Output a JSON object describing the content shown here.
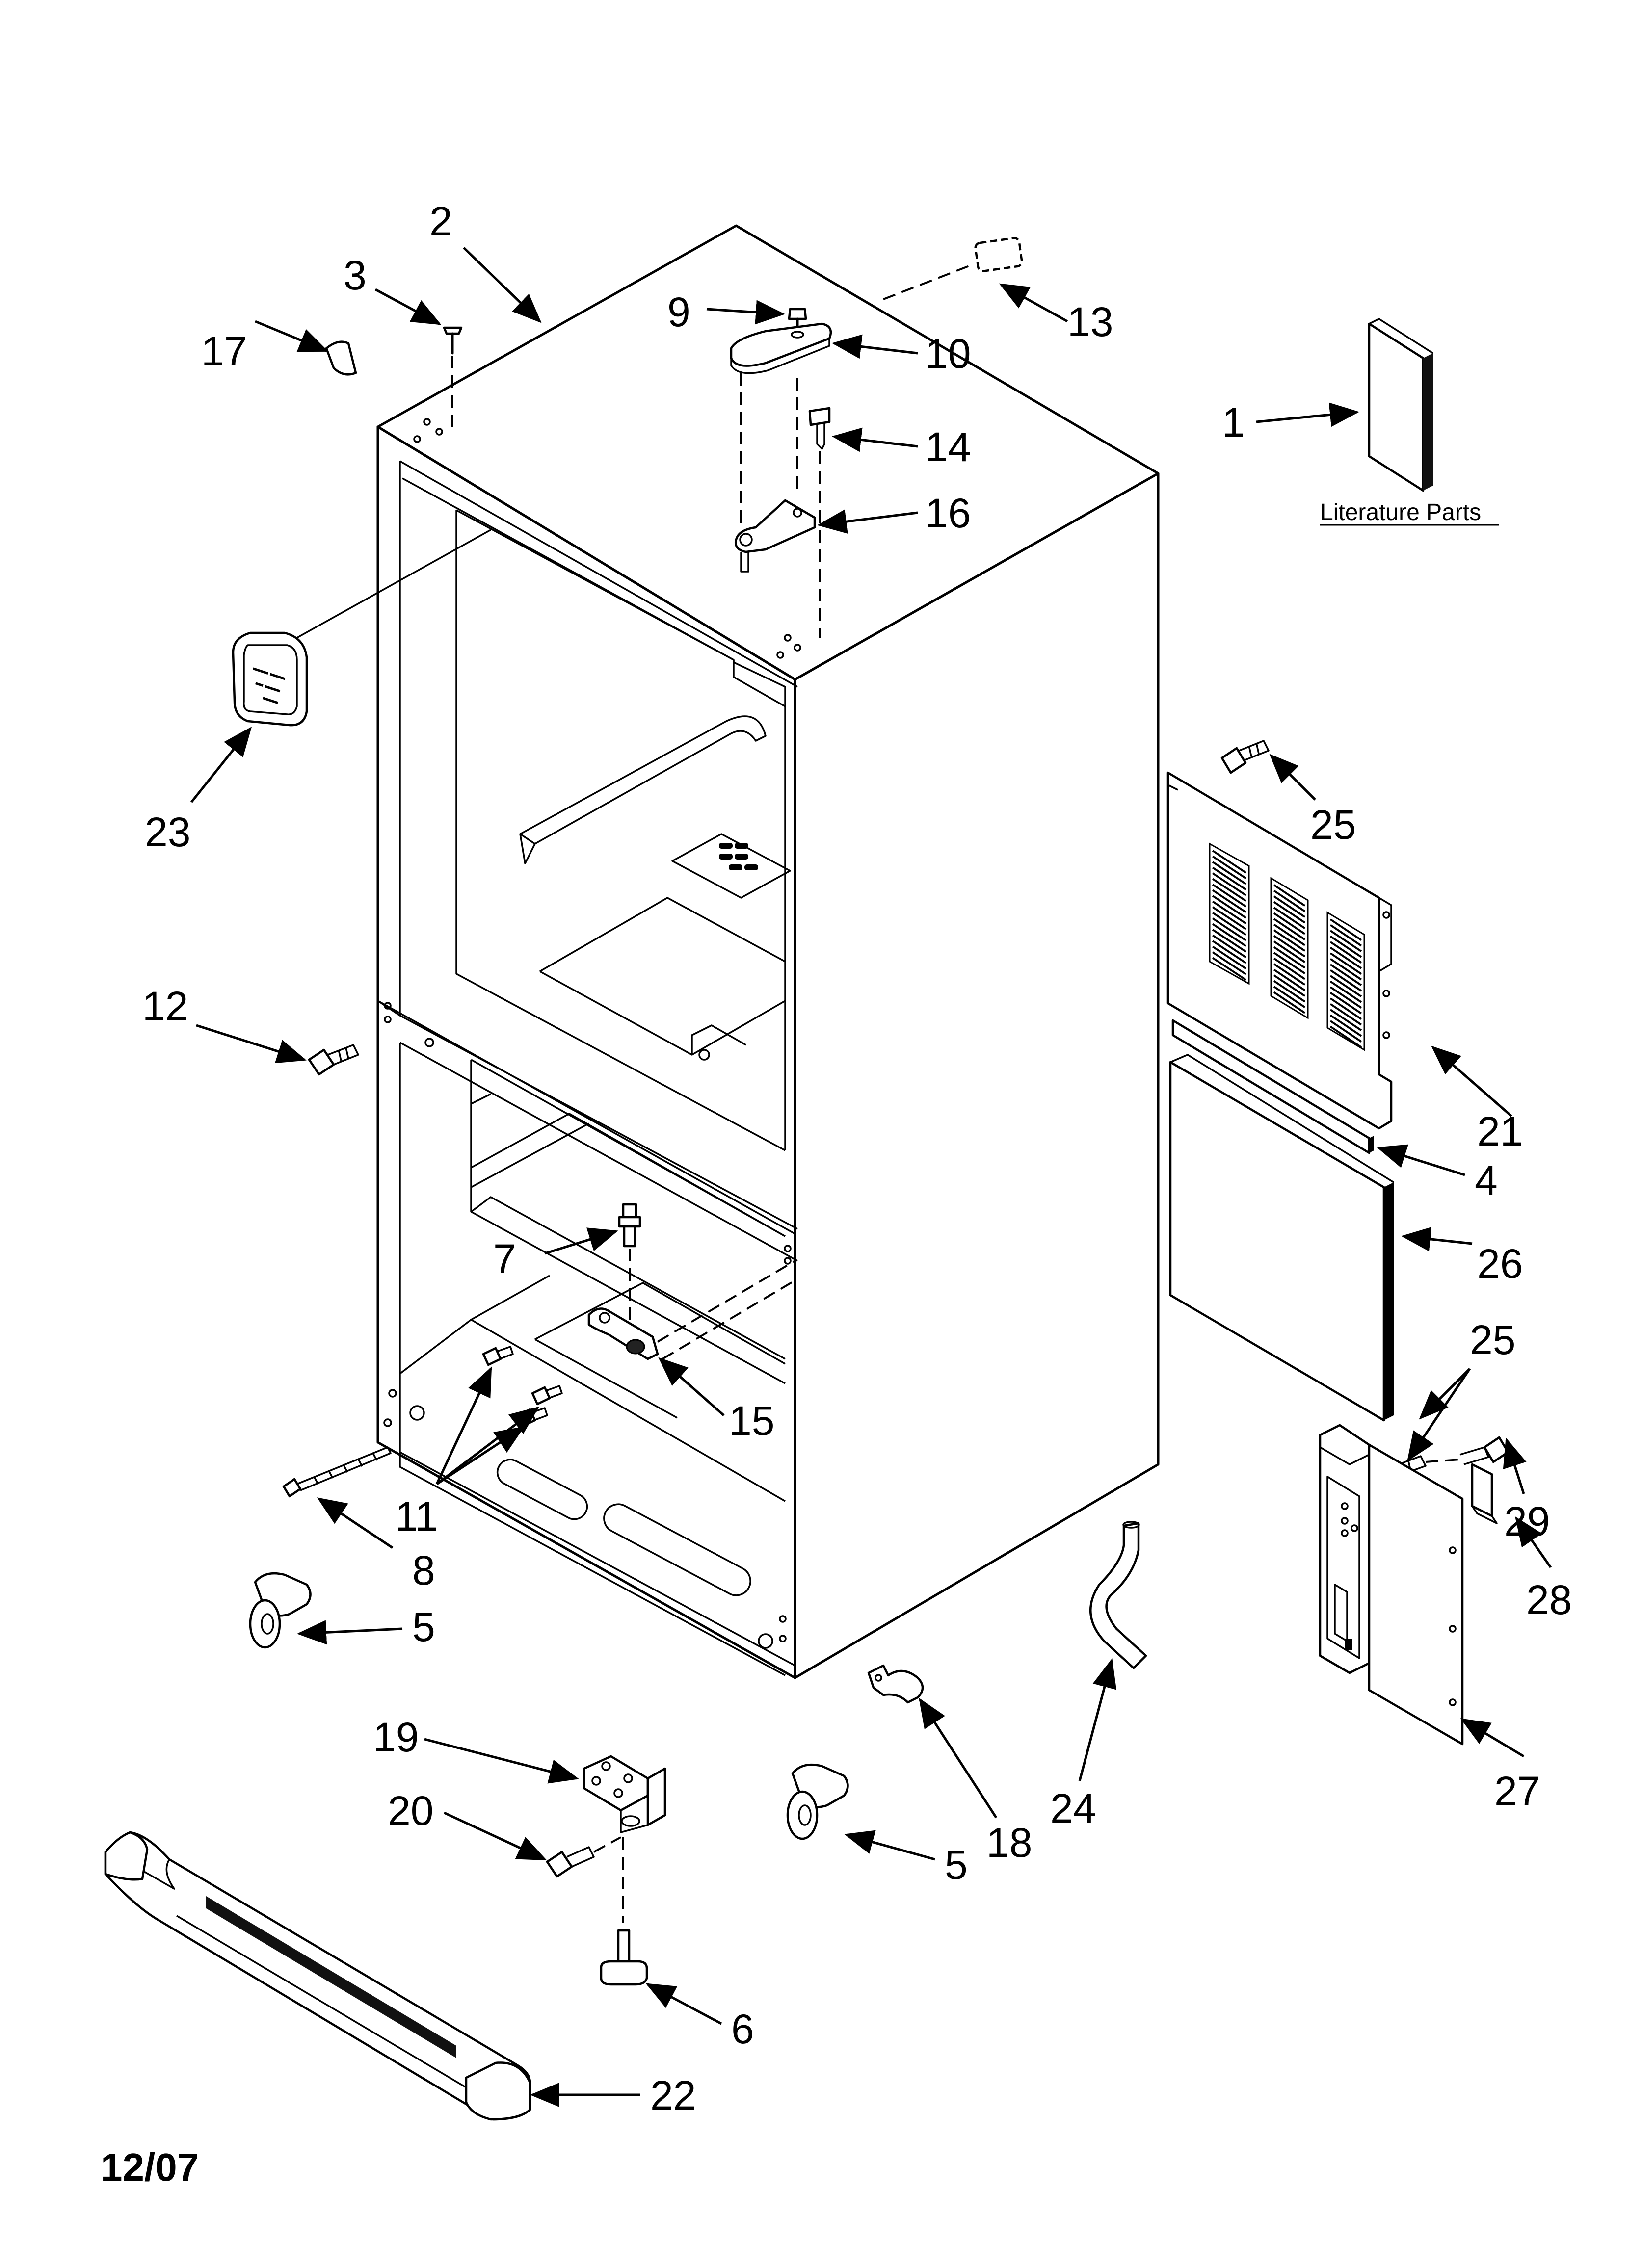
{
  "diagram": {
    "callouts": [
      "1",
      "2",
      "3",
      "4",
      "5",
      "5",
      "6",
      "7",
      "8",
      "9",
      "10",
      "11",
      "12",
      "13",
      "14",
      "15",
      "16",
      "17",
      "18",
      "19",
      "20",
      "21",
      "22",
      "23",
      "24",
      "25",
      "25",
      "26",
      "27",
      "28",
      "29"
    ],
    "literature_label": "Literature Parts",
    "date": "12/07"
  }
}
